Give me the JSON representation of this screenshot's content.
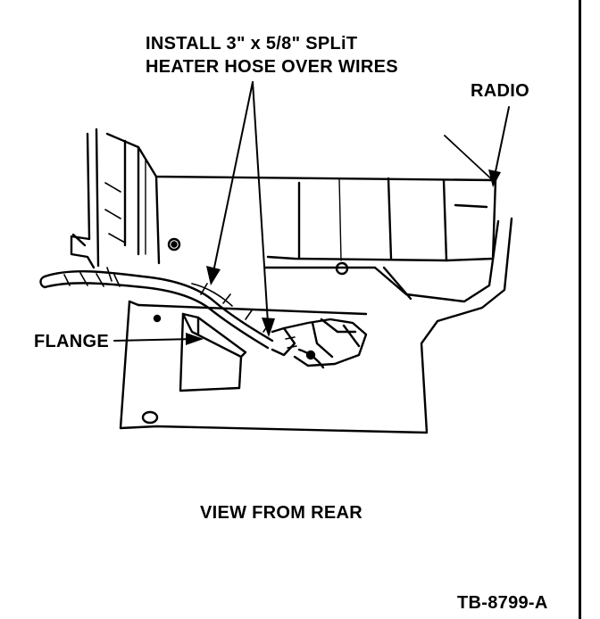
{
  "callout": {
    "line1": "INSTALL 3\" x 5/8\" SPLiT",
    "line2": "HEATER HOSE OVER WIRES"
  },
  "labels": {
    "radio": "RADIO",
    "flange": "FLANGE"
  },
  "caption": "VIEW FROM REAR",
  "figure_id": "TB-8799-A",
  "colors": {
    "ink": "#000000",
    "paper": "#ffffff"
  }
}
